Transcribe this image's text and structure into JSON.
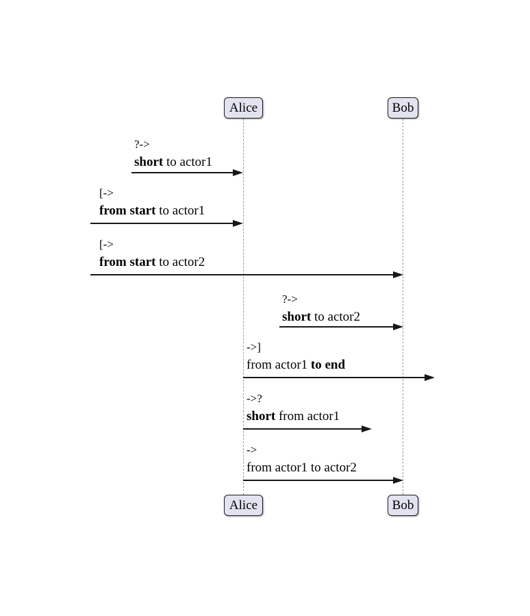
{
  "diagram_type": "uml-sequence-diagram",
  "actors": [
    {
      "name": "Alice"
    },
    {
      "name": "Bob"
    }
  ],
  "messages": [
    {
      "notation": "?->",
      "label_pre": "",
      "label_bold": "short",
      "label_post": " to actor1"
    },
    {
      "notation": "[->",
      "label_pre": "",
      "label_bold": "from start",
      "label_post": " to actor1"
    },
    {
      "notation": "[->",
      "label_pre": "",
      "label_bold": "from start",
      "label_post": " to actor2"
    },
    {
      "notation": "?->",
      "label_pre": "",
      "label_bold": "short",
      "label_post": " to actor2"
    },
    {
      "notation": "->]",
      "label_pre": "from actor1 ",
      "label_bold": "to end",
      "label_post": ""
    },
    {
      "notation": "->?",
      "label_pre": "",
      "label_bold": "short",
      "label_post": " from actor1"
    },
    {
      "notation": "->",
      "label_pre": "from actor1 to actor2",
      "label_bold": "",
      "label_post": ""
    }
  ],
  "colors": {
    "actor_fill": "#E2E2F0",
    "actor_border": "#181818",
    "lifeline": "#999999",
    "arrow": "#181818",
    "text": "#000000",
    "background": "#FFFFFF"
  }
}
